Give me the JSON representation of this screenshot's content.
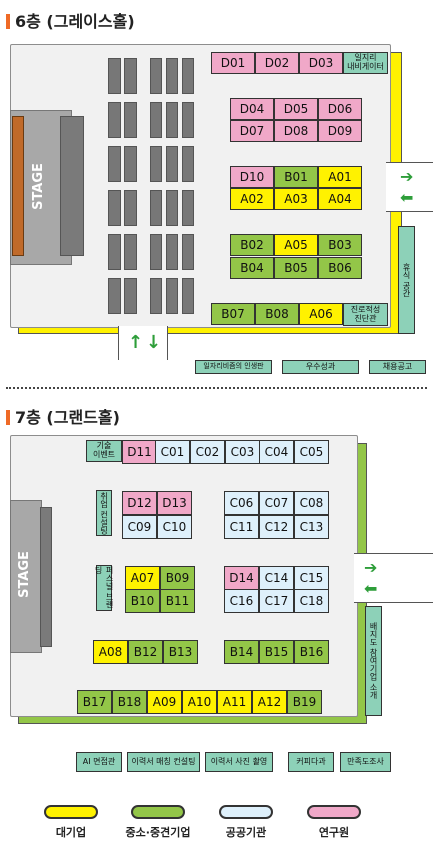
{
  "f6": {
    "title": "6층 (그레이스홀)",
    "stage": "STAGE",
    "booths": [
      {
        "id": "D01",
        "c": "pink"
      },
      {
        "id": "D02",
        "c": "pink"
      },
      {
        "id": "D03",
        "c": "pink"
      },
      {
        "id": "D04",
        "c": "pink"
      },
      {
        "id": "D05",
        "c": "pink"
      },
      {
        "id": "D06",
        "c": "pink"
      },
      {
        "id": "D07",
        "c": "pink"
      },
      {
        "id": "D08",
        "c": "pink"
      },
      {
        "id": "D09",
        "c": "pink"
      },
      {
        "id": "D10",
        "c": "pink"
      },
      {
        "id": "B01",
        "c": "grn"
      },
      {
        "id": "A01",
        "c": "yel"
      },
      {
        "id": "A02",
        "c": "yel"
      },
      {
        "id": "A03",
        "c": "yel"
      },
      {
        "id": "A04",
        "c": "yel"
      },
      {
        "id": "B02",
        "c": "grn"
      },
      {
        "id": "A05",
        "c": "yel"
      },
      {
        "id": "B03",
        "c": "grn"
      },
      {
        "id": "B04",
        "c": "grn"
      },
      {
        "id": "B05",
        "c": "grn"
      },
      {
        "id": "B06",
        "c": "grn"
      },
      {
        "id": "B07",
        "c": "grn"
      },
      {
        "id": "B08",
        "c": "grn"
      },
      {
        "id": "A06",
        "c": "yel"
      }
    ],
    "label_data_center": "일지리\n내비게이터",
    "label_career": "진로적성\n진단관",
    "label_vertical": "휴식 공간",
    "labels_bottom": [
      "일자리비즘의 인생판",
      "우수성과",
      "채용공고"
    ]
  },
  "f7": {
    "title": "7층 (그랜드홀)",
    "stage": "STAGE",
    "booths": [
      {
        "id": "D11",
        "c": "pink"
      },
      {
        "id": "C01",
        "c": "blu"
      },
      {
        "id": "C02",
        "c": "blu"
      },
      {
        "id": "C03",
        "c": "blu"
      },
      {
        "id": "C04",
        "c": "blu"
      },
      {
        "id": "C05",
        "c": "blu"
      },
      {
        "id": "D12",
        "c": "pink"
      },
      {
        "id": "D13",
        "c": "pink"
      },
      {
        "id": "C09",
        "c": "blu"
      },
      {
        "id": "C10",
        "c": "blu"
      },
      {
        "id": "C06",
        "c": "blu"
      },
      {
        "id": "C07",
        "c": "blu"
      },
      {
        "id": "C08",
        "c": "blu"
      },
      {
        "id": "C11",
        "c": "blu"
      },
      {
        "id": "C12",
        "c": "blu"
      },
      {
        "id": "C13",
        "c": "blu"
      },
      {
        "id": "A07",
        "c": "yel"
      },
      {
        "id": "B09",
        "c": "grn"
      },
      {
        "id": "B10",
        "c": "grn"
      },
      {
        "id": "B11",
        "c": "grn"
      },
      {
        "id": "D14",
        "c": "pink"
      },
      {
        "id": "C14",
        "c": "blu"
      },
      {
        "id": "C15",
        "c": "blu"
      },
      {
        "id": "C16",
        "c": "blu"
      },
      {
        "id": "C17",
        "c": "blu"
      },
      {
        "id": "C18",
        "c": "blu"
      },
      {
        "id": "A08",
        "c": "yel"
      },
      {
        "id": "B12",
        "c": "grn"
      },
      {
        "id": "B13",
        "c": "grn"
      },
      {
        "id": "B14",
        "c": "grn"
      },
      {
        "id": "B15",
        "c": "grn"
      },
      {
        "id": "B16",
        "c": "grn"
      },
      {
        "id": "B17",
        "c": "grn"
      },
      {
        "id": "B18",
        "c": "grn"
      },
      {
        "id": "A09",
        "c": "yel"
      },
      {
        "id": "A10",
        "c": "yel"
      },
      {
        "id": "A11",
        "c": "yel"
      },
      {
        "id": "A12",
        "c": "yel"
      },
      {
        "id": "B19",
        "c": "grn"
      }
    ],
    "label_event": "기술\n이벤트",
    "label_v1": "취업 컨설팅",
    "label_v2": "퍼스널 브랜딩",
    "label_right": "배지도 참여기업 소개",
    "labels_bottom": [
      "AI 면접관",
      "이력서 매칭 컨설팅",
      "이력서 사진 촬영",
      "커피다과",
      "만족도조사"
    ]
  },
  "legend": [
    {
      "label": "대기업",
      "color": "#fff200"
    },
    {
      "label": "중소·중견기업",
      "color": "#93c648"
    },
    {
      "label": "공공기관",
      "color": "#def0fb"
    },
    {
      "label": "연구원",
      "color": "#f0a8c8"
    }
  ],
  "arrows": {
    "right": "➔",
    "left": "⬅",
    "up": "↑",
    "down": "↓"
  }
}
